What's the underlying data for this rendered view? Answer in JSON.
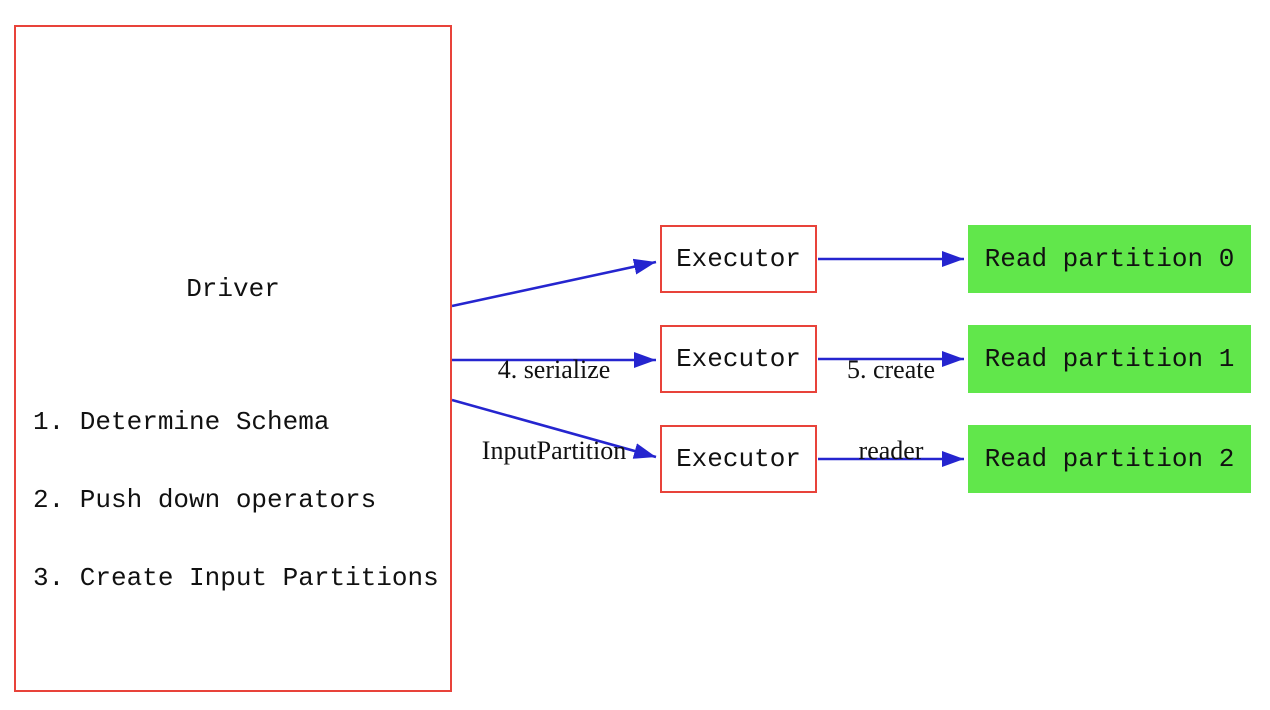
{
  "diagram": {
    "driver": {
      "title": "Driver",
      "steps": [
        "1. Determine Schema",
        "2. Push down operators",
        "3. Create Input Partitions"
      ]
    },
    "executors": [
      {
        "label": "Executor"
      },
      {
        "label": "Executor"
      },
      {
        "label": "Executor"
      }
    ],
    "partitions": [
      {
        "label": "Read partition 0"
      },
      {
        "label": "Read partition 1"
      },
      {
        "label": "Read partition 2"
      }
    ],
    "edge_labels": {
      "serialize": {
        "line1": "4. serialize",
        "line2": "InputPartition"
      },
      "create_reader": {
        "line1": "5. create",
        "line2": "reader"
      }
    },
    "colors": {
      "box_border_red": "#e8433a",
      "arrow_blue": "#2525cf",
      "partition_green": "#61e74b",
      "text": "#111111",
      "background": "#ffffff"
    }
  }
}
